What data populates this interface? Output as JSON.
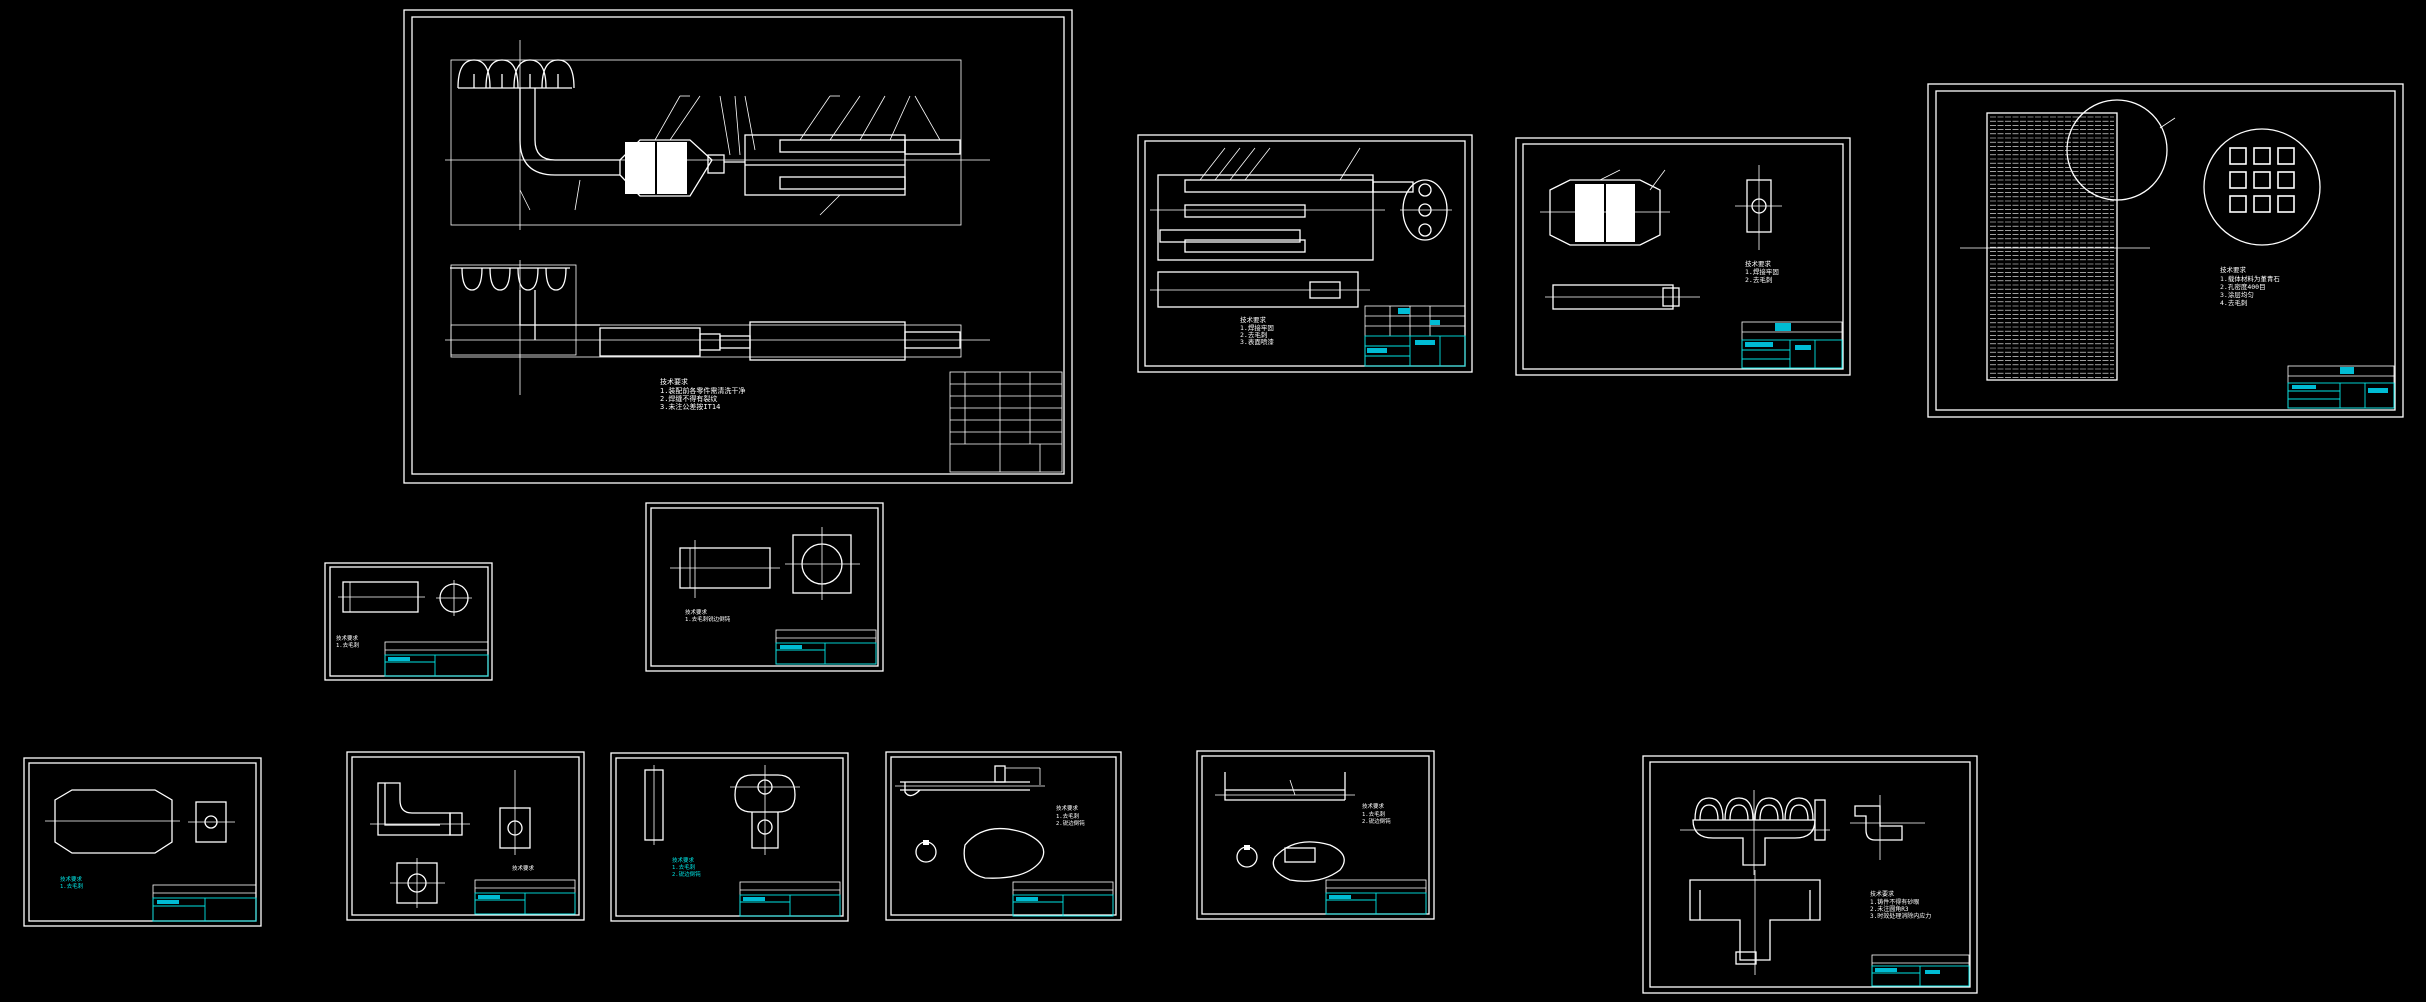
{
  "drawing": {
    "background": "#000000",
    "line_color": "#ffffff",
    "title_block_color": "#00e5e5"
  },
  "sheets": [
    {
      "id": "assembly",
      "notes": [
        "技术要求",
        "1.装配前各零件需清洗干净",
        "2.焊缝不得有裂纹",
        "3.未注公差按IT14"
      ]
    },
    {
      "id": "muffler",
      "notes": [
        "技术要求",
        "1.焊接牢固",
        "2.去毛刺",
        "3.表面喷漆"
      ]
    },
    {
      "id": "catalyst",
      "notes": [
        "技术要求",
        "1.焊接牢固",
        "2.去毛刺"
      ]
    },
    {
      "id": "honeycomb",
      "notes": [
        "技术要求",
        "1.载体材料为堇青石",
        "2.孔密度400目",
        "3.涂层均匀",
        "4.去毛刺"
      ]
    },
    {
      "id": "small-tube",
      "notes": [
        "技术要求",
        "1.去毛刺"
      ]
    },
    {
      "id": "flange-tube",
      "notes": [
        "技术要求",
        "1.去毛刺锐边倒钝"
      ]
    },
    {
      "id": "cone",
      "notes": [
        "技术要求",
        "1.去毛刺"
      ]
    },
    {
      "id": "elbow",
      "notes": [
        "技术要求"
      ]
    },
    {
      "id": "bracket",
      "notes": [
        "技术要求",
        "1.去毛刺",
        "2.锐边倒钝"
      ]
    },
    {
      "id": "hanger-1",
      "notes": [
        "技术要求",
        "1.去毛刺",
        "2.锐边倒钝"
      ]
    },
    {
      "id": "hanger-2",
      "notes": [
        "技术要求",
        "1.去毛刺",
        "2.锐边倒钝"
      ]
    },
    {
      "id": "manifold",
      "notes": [
        "技术要求",
        "1.铸件不得有砂眼",
        "2.未注圆角R3",
        "3.时效处理消除内应力"
      ]
    }
  ]
}
